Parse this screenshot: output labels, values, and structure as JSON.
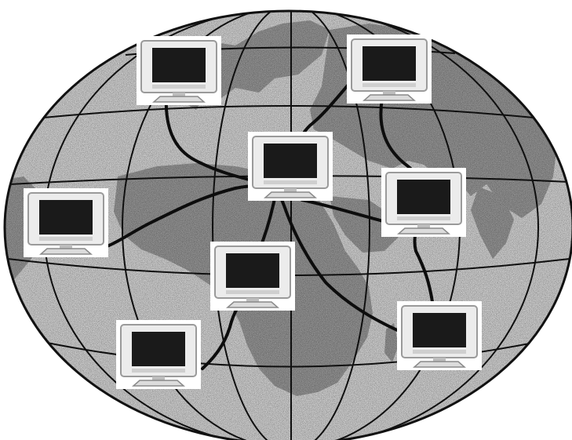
{
  "colors": {
    "background": "#ffffff",
    "globe_fill": "#c9c9c9",
    "continent_fill": "#8f8f8f",
    "grid_line": "#111111",
    "cable": "#0d0d0d",
    "monitor_frame": "#ececec",
    "monitor_screen": "#1a1a1a"
  },
  "icons": {
    "globe": "globe-icon",
    "computer": "computer-monitor-icon"
  },
  "computers": [
    {
      "id": "top-left"
    },
    {
      "id": "top-right"
    },
    {
      "id": "center-hub"
    },
    {
      "id": "left"
    },
    {
      "id": "right"
    },
    {
      "id": "middle"
    },
    {
      "id": "bottom-left"
    },
    {
      "id": "bottom-right"
    }
  ],
  "connections": [
    {
      "from": "top-left",
      "to": "center-hub"
    },
    {
      "from": "top-right",
      "to": "center-hub"
    },
    {
      "from": "top-right",
      "to": "right"
    },
    {
      "from": "left",
      "to": "center-hub"
    },
    {
      "from": "right",
      "to": "center-hub"
    },
    {
      "from": "middle",
      "to": "center-hub"
    },
    {
      "from": "bottom-left",
      "to": "middle"
    },
    {
      "from": "bottom-right",
      "to": "center-hub"
    },
    {
      "from": "bottom-right",
      "to": "right"
    }
  ]
}
